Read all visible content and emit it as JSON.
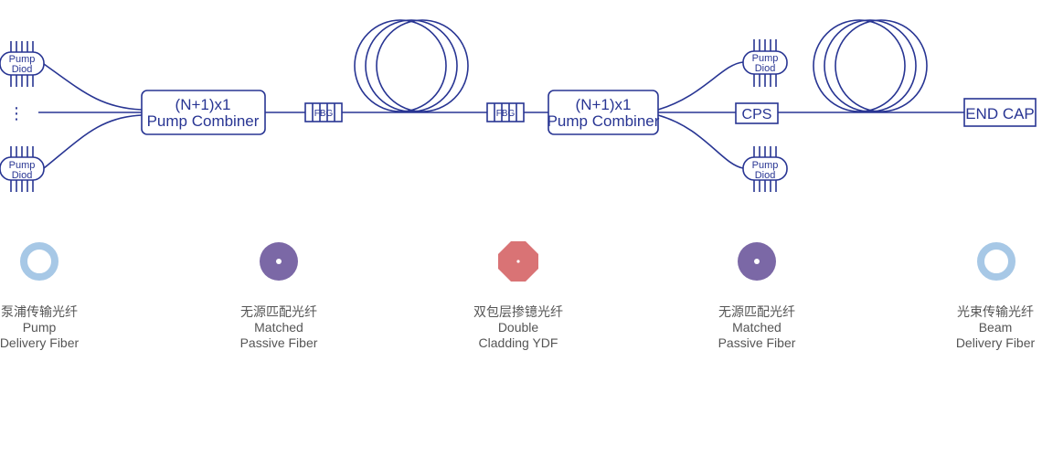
{
  "colors": {
    "line": "#283593",
    "pump_ring": "#a7c8e6",
    "matched": "#7b68a6",
    "ydf": "#d97375",
    "beam_ring": "#a7c8e6",
    "label_text": "#555555"
  },
  "diagram": {
    "pump_label_line1": "Pump",
    "pump_label_line2": "Diod",
    "combiner1_line1": "(N+1)x1",
    "combiner1_line2": "Pump Combiner",
    "combiner2_line1": "(N+1)x1",
    "combiner2_line2": "Pump Combiner",
    "fbg1": "FBG",
    "fbg2": "FBG",
    "cps": "CPS",
    "endcap": "END CAP",
    "ellipsis": "⋮"
  },
  "fibers": [
    {
      "cn": "泵浦传输光纤",
      "en1": "Pump",
      "en2": "Delivery Fiber"
    },
    {
      "cn": "无源匹配光纤",
      "en1": "Matched",
      "en2": "Passive Fiber"
    },
    {
      "cn": "双包层掺镱光纤",
      "en1": "Double",
      "en2": "Cladding YDF"
    },
    {
      "cn": "无源匹配光纤",
      "en1": "Matched",
      "en2": "Passive Fiber"
    },
    {
      "cn": "光束传输光纤",
      "en1": "Beam",
      "en2": "Delivery Fiber"
    }
  ]
}
